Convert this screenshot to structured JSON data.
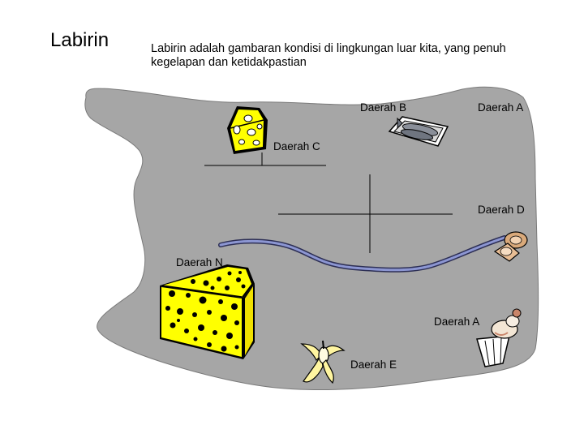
{
  "slide": {
    "title": "Labirin",
    "description": "Labirin adalah gambaran kondisi di lingkungan luar kita, yang penuh kegelapan dan ketidakpastian"
  },
  "regions": {
    "a_top": "Daerah A",
    "b": "Daerah B",
    "c": "Daerah C",
    "d": "Daerah D",
    "n": "Daerah N",
    "a_bottom": "Daerah A",
    "e": "Daerah E"
  },
  "items": {
    "small_cheese": "small-cheese-icon",
    "fish_tray": "fish-tray-icon",
    "bread": "bread-icon",
    "big_cheese": "big-cheese-icon",
    "ice_cream": "ice-cream-icon",
    "banana": "banana-icon"
  },
  "colors": {
    "maze_floor": "#a6a6a6",
    "cheese_yellow": "#ffff00",
    "cheese_holes": "#000000",
    "river": "#7b87c8"
  }
}
